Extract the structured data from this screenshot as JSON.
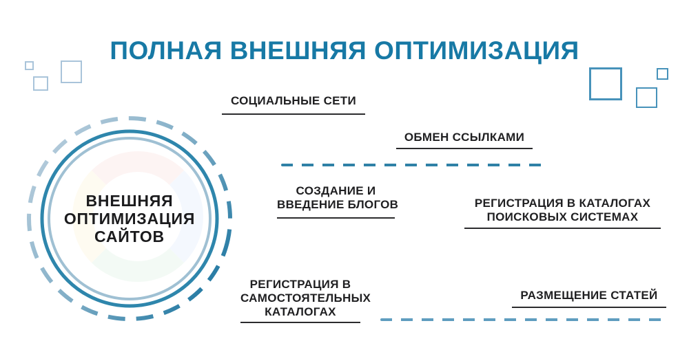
{
  "title": "ПОЛНАЯ ВНЕШНЯЯ ОПТИМИЗАЦИЯ",
  "hub": {
    "lines": [
      "ВНЕШНЯЯ",
      "ОПТИМИЗАЦИЯ",
      "САЙТОВ"
    ]
  },
  "items": [
    {
      "id": "social-networks",
      "lines": [
        "СОЦИАЛЬНЫЕ СЕТИ"
      ]
    },
    {
      "id": "link-exchange",
      "lines": [
        "ОБМЕН ССЫЛКАМИ"
      ]
    },
    {
      "id": "blog-creation",
      "lines": [
        "СОЗДАНИЕ И",
        "ВВЕДЕНИЕ БЛОГОВ"
      ]
    },
    {
      "id": "search-engine-catalogs",
      "lines": [
        "РЕГИСТРАЦИЯ В КАТАЛОГАХ",
        "ПОИСКОВЫХ СИСТЕМАХ"
      ]
    },
    {
      "id": "independent-catalogs",
      "lines": [
        "РЕГИСТРАЦИЯ В",
        "САМОСТОЯТЕЛЬНЫХ",
        "КАТАЛОГАХ"
      ]
    },
    {
      "id": "article-placement",
      "lines": [
        "РАЗМЕЩЕНИЕ СТАТЕЙ"
      ]
    }
  ],
  "colors": {
    "title_teal": "#1779a5",
    "ring_teal": "#2e86ac",
    "ring_light": "#9fc0d3",
    "dash_teal": "#2f81a6",
    "dash_blue": "#5f9dbf",
    "dash_grad_light": "#b9cedd",
    "sq_light": "#a9c4da",
    "sq_teal": "#4792ba",
    "text_dark": "#202022"
  }
}
